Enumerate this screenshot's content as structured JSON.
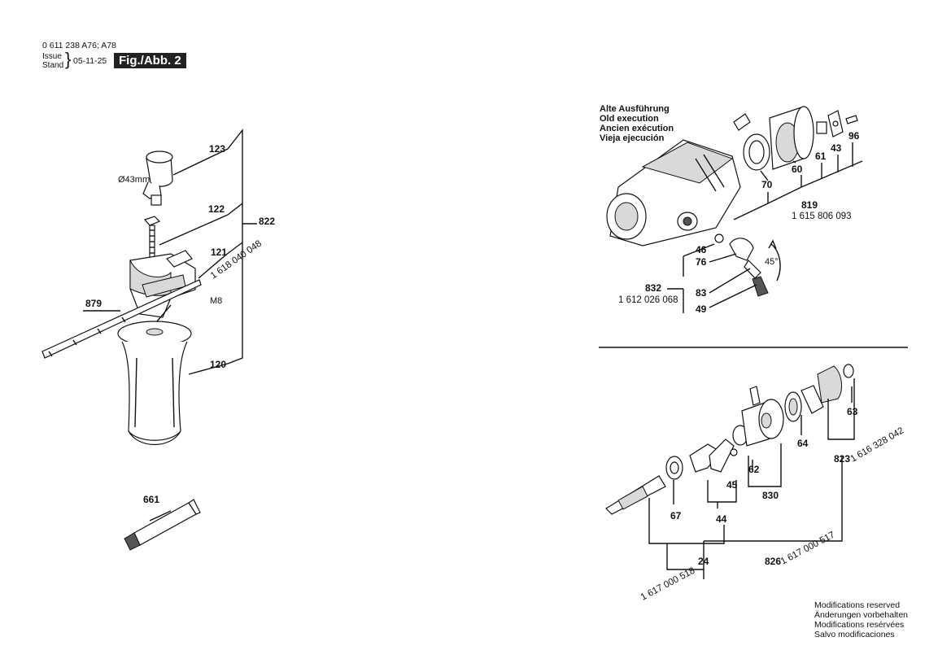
{
  "header": {
    "model": "0 611 238 A76; A78",
    "issue_label": "Issue",
    "stand_label": "Stand",
    "date": "05-11-25",
    "figure": "Fig./Abb. 2"
  },
  "old_execution": [
    "Alte Ausführung",
    "Old execution",
    "Ancien exécution",
    "Vieja ejecución"
  ],
  "left_parts": {
    "p123": "123",
    "diameter": "Ø43mm",
    "p122": "122",
    "p822": "822",
    "p121": "121",
    "p121_order": "1 618 040 048",
    "p879": "879",
    "m8": "M8",
    "p120": "120",
    "p661": "661"
  },
  "right_top_parts": {
    "p70": "70",
    "p60": "60",
    "p61": "61",
    "p43": "43",
    "p96": "96",
    "p819": "819",
    "p819_order": "1 615 806 093",
    "p46": "46",
    "p76": "76",
    "p832": "832",
    "p832_order": "1 612 026 068",
    "p83": "83",
    "p49": "49",
    "angle": "45°"
  },
  "right_bottom_parts": {
    "p63": "63",
    "p64": "64",
    "p823": "823",
    "p823_order": "1 616 328 042",
    "p62": "62",
    "p830": "830",
    "p45": "45",
    "p67": "67",
    "p44": "44",
    "p24": "24",
    "p24_order": "1 617 000 518",
    "p826": "826",
    "p826_order": "1 617 000 517"
  },
  "notes": [
    "Modifications reserved",
    "Änderungen vorbehalten",
    "Modifications resérvées",
    "Salvo modificaciones"
  ]
}
